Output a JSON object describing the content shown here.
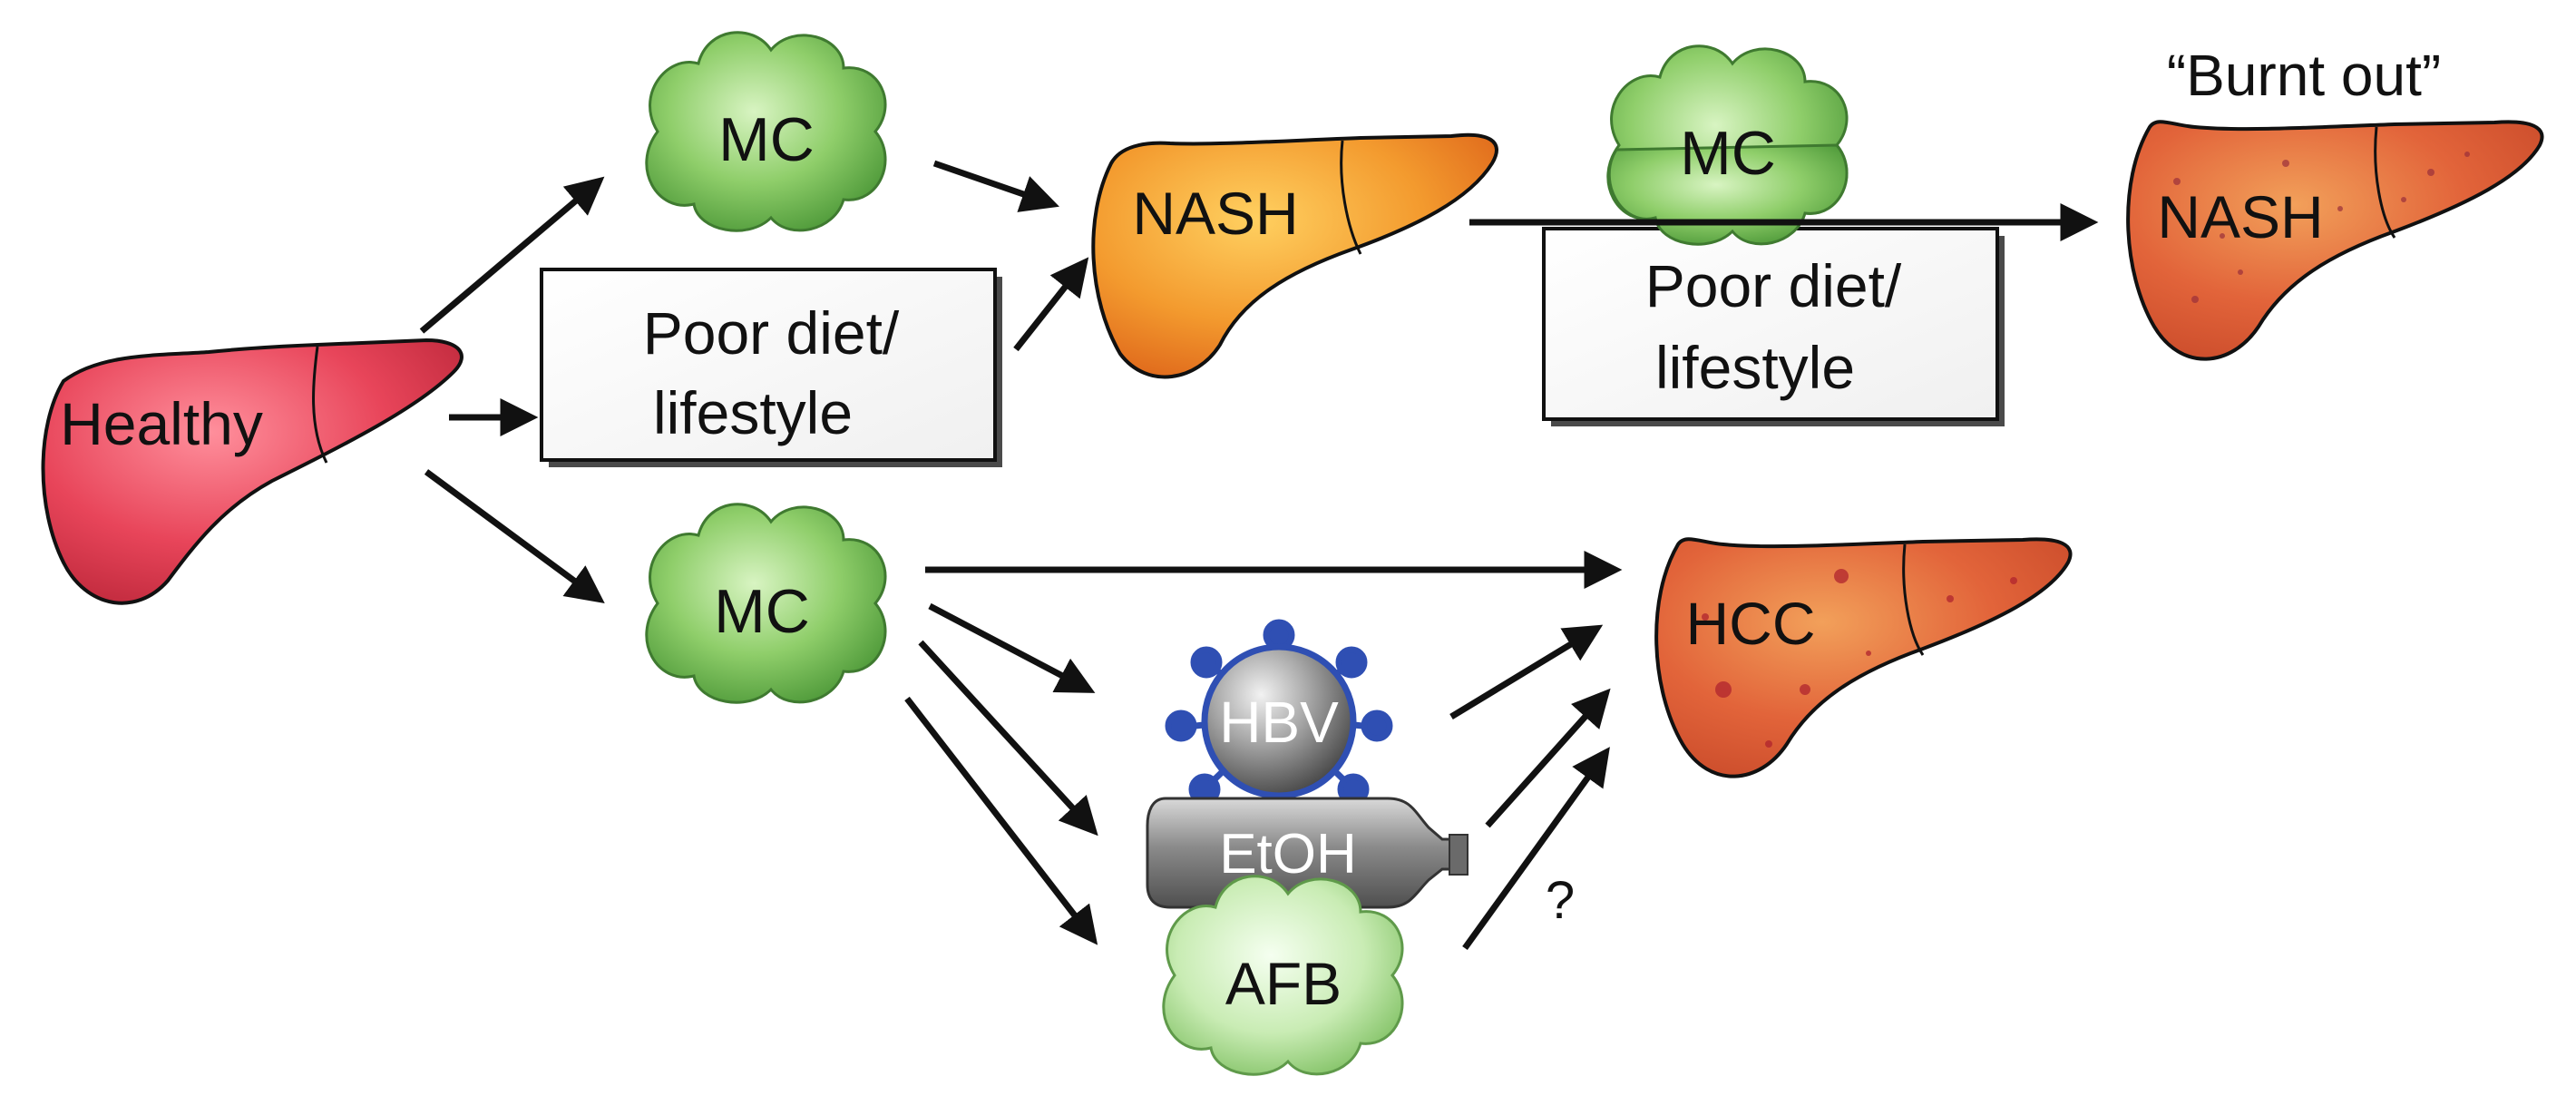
{
  "nodes": {
    "healthy": "Healthy",
    "mc_top": "MC",
    "mc_bottom": "MC",
    "mc_right": "MC",
    "nash": "NASH",
    "burnt_out_caption": "“Burnt out”",
    "burnt_nash": "NASH",
    "hcc": "HCC",
    "hbv": "HBV",
    "etoh": "EtOH",
    "afb": "AFB",
    "question": "?"
  },
  "boxes": {
    "left_line1": "Poor diet/",
    "left_line2": "lifestyle",
    "right_line1": "Poor diet/",
    "right_line2": "lifestyle"
  },
  "colors": {
    "healthy_liver": "#e8455a",
    "nash_liver": "#f39a2e",
    "diseased_liver": "#e2643a",
    "mc_cloud": "#8fce6a",
    "afb_cloud": "#c9ecb4",
    "hbv_blue": "#2f4fb3",
    "metal_gray": "#8a8a8a"
  }
}
